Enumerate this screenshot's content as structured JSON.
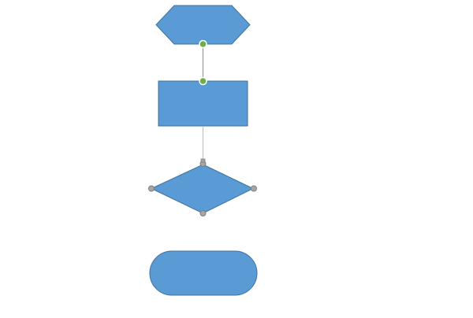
{
  "diagram": {
    "shapes": [
      {
        "id": "hexagon",
        "kind": "preparation",
        "label": ""
      },
      {
        "id": "rectangle",
        "kind": "process",
        "label": ""
      },
      {
        "id": "diamond",
        "kind": "decision",
        "label": ""
      },
      {
        "id": "terminator",
        "kind": "terminator",
        "label": ""
      }
    ],
    "connectors": [
      {
        "from": "hexagon",
        "to": "rectangle",
        "state": "connected"
      },
      {
        "from": "rectangle",
        "to": "diamond",
        "state": "selected"
      }
    ]
  },
  "colors": {
    "fill": "#5b9bd5",
    "stroke": "#41719c",
    "connector": "#5b9bd5",
    "connector_light": "#9dc3e6",
    "glue_point": "#70ad47",
    "glue_point_stroke": "#ffffff",
    "port_handle": "#a6a6a6",
    "port_handle_stroke": "#7f7f7f",
    "background": "#ffffff"
  }
}
